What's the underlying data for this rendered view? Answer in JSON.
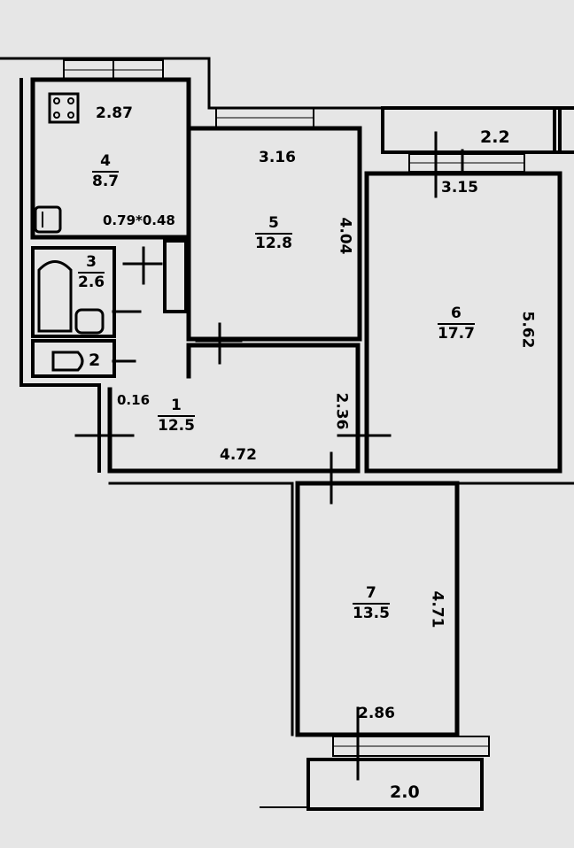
{
  "rooms": [
    {
      "id": "1",
      "number": "1",
      "area": "12.5"
    },
    {
      "id": "2",
      "number": "2"
    },
    {
      "id": "3",
      "number": "3",
      "area": "2.6"
    },
    {
      "id": "4",
      "number": "4",
      "area": "8.7"
    },
    {
      "id": "5",
      "number": "5",
      "area": "12.8"
    },
    {
      "id": "6",
      "number": "6",
      "area": "17.7"
    },
    {
      "id": "7",
      "number": "7",
      "area": "13.5"
    }
  ],
  "dimensions": {
    "kitchen_width": "2.87",
    "niche": "0.79*0.48",
    "room5_width": "3.16",
    "room5_depth": "4.04",
    "balcony_top": "2.2",
    "room6_width": "3.15",
    "room6_depth": "5.62",
    "hall_depth": "2.36",
    "hall_small": "0.16",
    "hall_length": "4.72",
    "room7_depth": "4.71",
    "room7_width": "2.86",
    "balcony_bottom": "2.0"
  }
}
